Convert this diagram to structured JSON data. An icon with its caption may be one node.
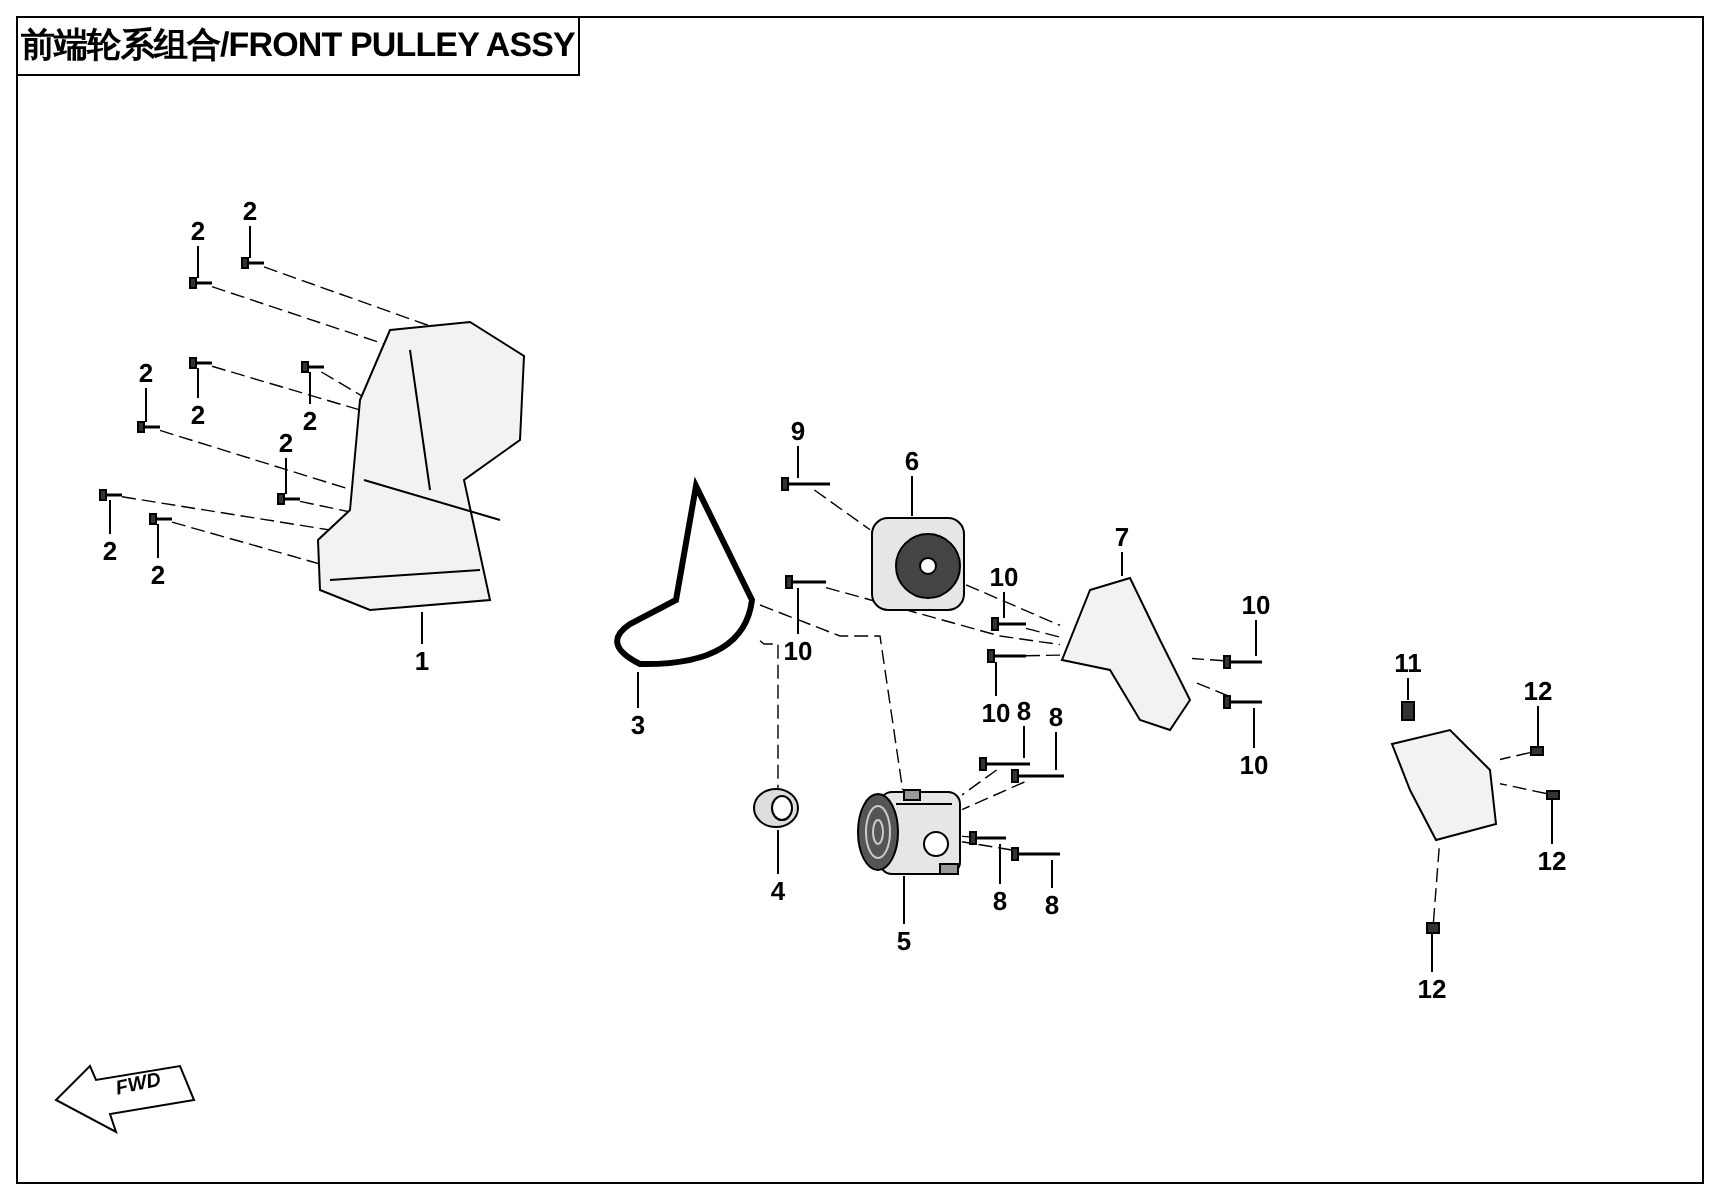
{
  "diagram": {
    "title": "前端轮系组合/FRONT PULLEY ASSY",
    "nodes": [
      {
        "text": [
          "2"
        ]
      },
      {
        "text": [
          "2"
        ]
      },
      {
        "text": [
          "2"
        ]
      },
      {
        "text": [
          "2"
        ]
      },
      {
        "text": [
          "2"
        ]
      },
      {
        "text": [
          "2"
        ]
      },
      {
        "text": [
          "2"
        ]
      },
      {
        "text": [
          "2"
        ]
      },
      {
        "text": [
          "1"
        ]
      },
      {
        "text": [
          "3"
        ]
      },
      {
        "text": [
          "4"
        ]
      },
      {
        "text": [
          "5"
        ]
      },
      {
        "text": [
          "6"
        ]
      },
      {
        "text": [
          "7"
        ]
      },
      {
        "text": [
          "8"
        ]
      },
      {
        "text": [
          "8"
        ]
      },
      {
        "text": [
          "8"
        ]
      },
      {
        "text": [
          "8"
        ]
      },
      {
        "text": [
          "9"
        ]
      },
      {
        "text": [
          "10"
        ]
      },
      {
        "text": [
          "10"
        ]
      },
      {
        "text": [
          "10"
        ]
      },
      {
        "text": [
          "10"
        ]
      },
      {
        "text": [
          "10"
        ]
      },
      {
        "text": [
          "11"
        ]
      },
      {
        "text": [
          "12"
        ]
      },
      {
        "text": [
          "12"
        ]
      },
      {
        "text": [
          "12"
        ]
      },
      {
        "text": [],
        "shape": "picture"
      },
      {
        "text": [],
        "shape": "picture"
      },
      {
        "text": [],
        "shape": "picture"
      },
      {
        "text": [],
        "shape": "picture"
      },
      {
        "text": [],
        "shape": "picture"
      },
      {
        "text": [],
        "shape": "picture"
      },
      {
        "text": [],
        "shape": "picture"
      },
      {
        "text": [],
        "shape": "picture"
      },
      {
        "text": [],
        "shape": "picture"
      },
      {
        "text": [],
        "shape": "picture"
      },
      {
        "text": [],
        "shape": "picture"
      },
      {
        "text": [],
        "shape": "picture"
      },
      {
        "text": [],
        "shape": "picture"
      },
      {
        "text": [],
        "shape": "picture"
      },
      {
        "text": [],
        "shape": "picture"
      },
      {
        "text": [],
        "shape": "picture"
      },
      {
        "text": [],
        "shape": "picture"
      },
      {
        "text": [],
        "shape": "picture"
      },
      {
        "text": [],
        "shape": "picture"
      },
      {
        "text": [],
        "shape": "picture"
      },
      {
        "text": [],
        "shape": "picture"
      },
      {
        "text": [],
        "shape": "picture"
      },
      {
        "text": [],
        "shape": "picture"
      },
      {
        "text": [],
        "shape": "picture"
      },
      {
        "text": [],
        "shape": "picture"
      },
      {
        "text": [],
        "shape": "box"
      },
      {
        "text": [],
        "shape": "box"
      },
      {
        "text": [],
        "shape": "box"
      }
    ],
    "edges": [
      {
        "from": 0,
        "to": 28,
        "arrow": "none"
      },
      {
        "from": 1,
        "to": 29,
        "arrow": "none"
      },
      {
        "from": 2,
        "to": 30,
        "arrow": "none"
      },
      {
        "from": 3,
        "to": 31,
        "arrow": "none"
      },
      {
        "from": 4,
        "to": 32,
        "arrow": "none"
      },
      {
        "from": 5,
        "to": 33,
        "arrow": "none"
      },
      {
        "from": 6,
        "to": 34,
        "arrow": "none"
      },
      {
        "from": 7,
        "to": 35,
        "arrow": "none"
      },
      {
        "from": 8,
        "to": 36,
        "arrow": "none"
      },
      {
        "from": 9,
        "to": 37,
        "arrow": "none"
      },
      {
        "from": 10,
        "to": 38,
        "arrow": "none"
      },
      {
        "from": 11,
        "to": 39,
        "arrow": "none"
      },
      {
        "from": 12,
        "to": 40,
        "arrow": "none"
      },
      {
        "from": 13,
        "to": 41,
        "arrow": "none"
      },
      {
        "from": 14,
        "to": 42,
        "arrow": "none"
      },
      {
        "from": 15,
        "to": 43,
        "arrow": "none"
      },
      {
        "from": 16,
        "to": 44,
        "arrow": "none"
      },
      {
        "from": 17,
        "to": 45,
        "arrow": "none"
      },
      {
        "from": 18,
        "to": 46,
        "arrow": "none"
      },
      {
        "from": 19,
        "to": 47,
        "arrow": "none"
      },
      {
        "from": 20,
        "to": 48,
        "arrow": "none"
      },
      {
        "from": 21,
        "to": 49,
        "arrow": "none"
      },
      {
        "from": 22,
        "to": 50,
        "arrow": "none"
      },
      {
        "from": 23,
        "to": 51,
        "arrow": "none"
      },
      {
        "from": 24,
        "to": 52,
        "arrow": "none"
      },
      {
        "from": 25,
        "to": 53,
        "arrow": "none"
      },
      {
        "from": 26,
        "to": 54,
        "arrow": "none"
      },
      {
        "from": 27,
        "to": 55,
        "arrow": "none"
      },
      {
        "from": 28,
        "to": 36,
        "arrow": "none",
        "style": "dashed"
      },
      {
        "from": 29,
        "to": 36,
        "arrow": "none",
        "style": "dashed"
      },
      {
        "from": 30,
        "to": 36,
        "arrow": "none",
        "style": "dashed"
      },
      {
        "from": 31,
        "to": 36,
        "arrow": "none",
        "style": "dashed"
      },
      {
        "from": 32,
        "to": 36,
        "arrow": "none",
        "style": "dashed"
      },
      {
        "from": 33,
        "to": 36,
        "arrow": "none",
        "style": "dashed"
      },
      {
        "from": 34,
        "to": 36,
        "arrow": "none",
        "style": "dashed"
      },
      {
        "from": 35,
        "to": 36,
        "arrow": "none",
        "style": "dashed"
      },
      {
        "from": 37,
        "to": 38,
        "arrow": "none",
        "style": "dashed"
      },
      {
        "from": 37,
        "to": 39,
        "arrow": "none",
        "style": "dashed"
      },
      {
        "from": 46,
        "to": 40,
        "arrow": "none",
        "style": "dashed"
      },
      {
        "from": 40,
        "to": 41,
        "arrow": "none",
        "style": "dashed"
      },
      {
        "from": 47,
        "to": 41,
        "arrow": "none",
        "style": "dashed"
      },
      {
        "from": 48,
        "to": 41,
        "arrow": "none",
        "style": "dashed"
      },
      {
        "from": 49,
        "to": 41,
        "arrow": "none",
        "style": "dashed"
      },
      {
        "from": 50,
        "to": 41,
        "arrow": "none",
        "style": "dashed"
      },
      {
        "from": 51,
        "to": 41,
        "arrow": "none",
        "style": "dashed"
      },
      {
        "from": 42,
        "to": 39,
        "arrow": "none",
        "style": "dashed"
      },
      {
        "from": 43,
        "to": 39,
        "arrow": "none",
        "style": "dashed"
      },
      {
        "from": 44,
        "to": 39,
        "arrow": "none",
        "style": "dashed"
      },
      {
        "from": 45,
        "to": 39,
        "arrow": "none",
        "style": "dashed"
      },
      {
        "from": 53,
        "to": 52,
        "arrow": "none",
        "style": "dashed"
      },
      {
        "from": 54,
        "to": 52,
        "arrow": "none",
        "style": "dashed"
      },
      {
        "from": 55,
        "to": 52,
        "arrow": "none",
        "style": "dashed"
      }
    ],
    "labels": [
      "FWD"
    ]
  }
}
